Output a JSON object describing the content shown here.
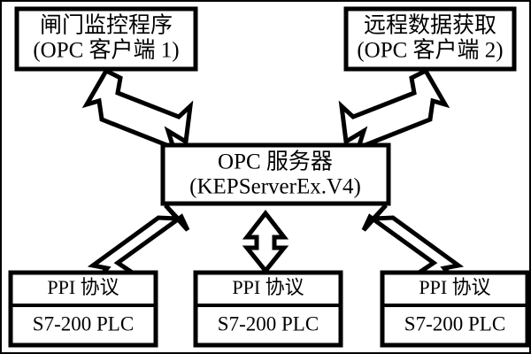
{
  "diagram": {
    "title": "OPC architecture diagram",
    "colors": {
      "background": "#ffffff",
      "stroke": "#000000",
      "fill": "#ffffff"
    },
    "clients": [
      {
        "id": "client-1",
        "line1": "闸门监控程序",
        "line2": "(OPC 客户端 1)"
      },
      {
        "id": "client-2",
        "line1": "远程数据获取",
        "line2": "(OPC 客户端 2)"
      }
    ],
    "server": {
      "id": "opc-server",
      "line1": "OPC 服务器",
      "line2": "(KEPServerEx.V4)"
    },
    "devices": [
      {
        "id": "plc-1",
        "protocol": "PPI 协议",
        "device": "S7-200 PLC"
      },
      {
        "id": "plc-2",
        "protocol": "PPI 协议",
        "device": "S7-200 PLC"
      },
      {
        "id": "plc-3",
        "protocol": "PPI 协议",
        "device": "S7-200 PLC"
      }
    ],
    "connectors": [
      {
        "id": "client1-server",
        "kind": "double-headed-arrow",
        "orientation": "diagonal-up-left"
      },
      {
        "id": "client2-server",
        "kind": "double-headed-arrow",
        "orientation": "diagonal-up-right"
      },
      {
        "id": "server-plc1",
        "kind": "double-headed-arrow",
        "orientation": "diagonal-down-left"
      },
      {
        "id": "server-plc2",
        "kind": "double-headed-arrow",
        "orientation": "vertical"
      },
      {
        "id": "server-plc3",
        "kind": "double-headed-arrow",
        "orientation": "diagonal-down-right"
      }
    ]
  }
}
